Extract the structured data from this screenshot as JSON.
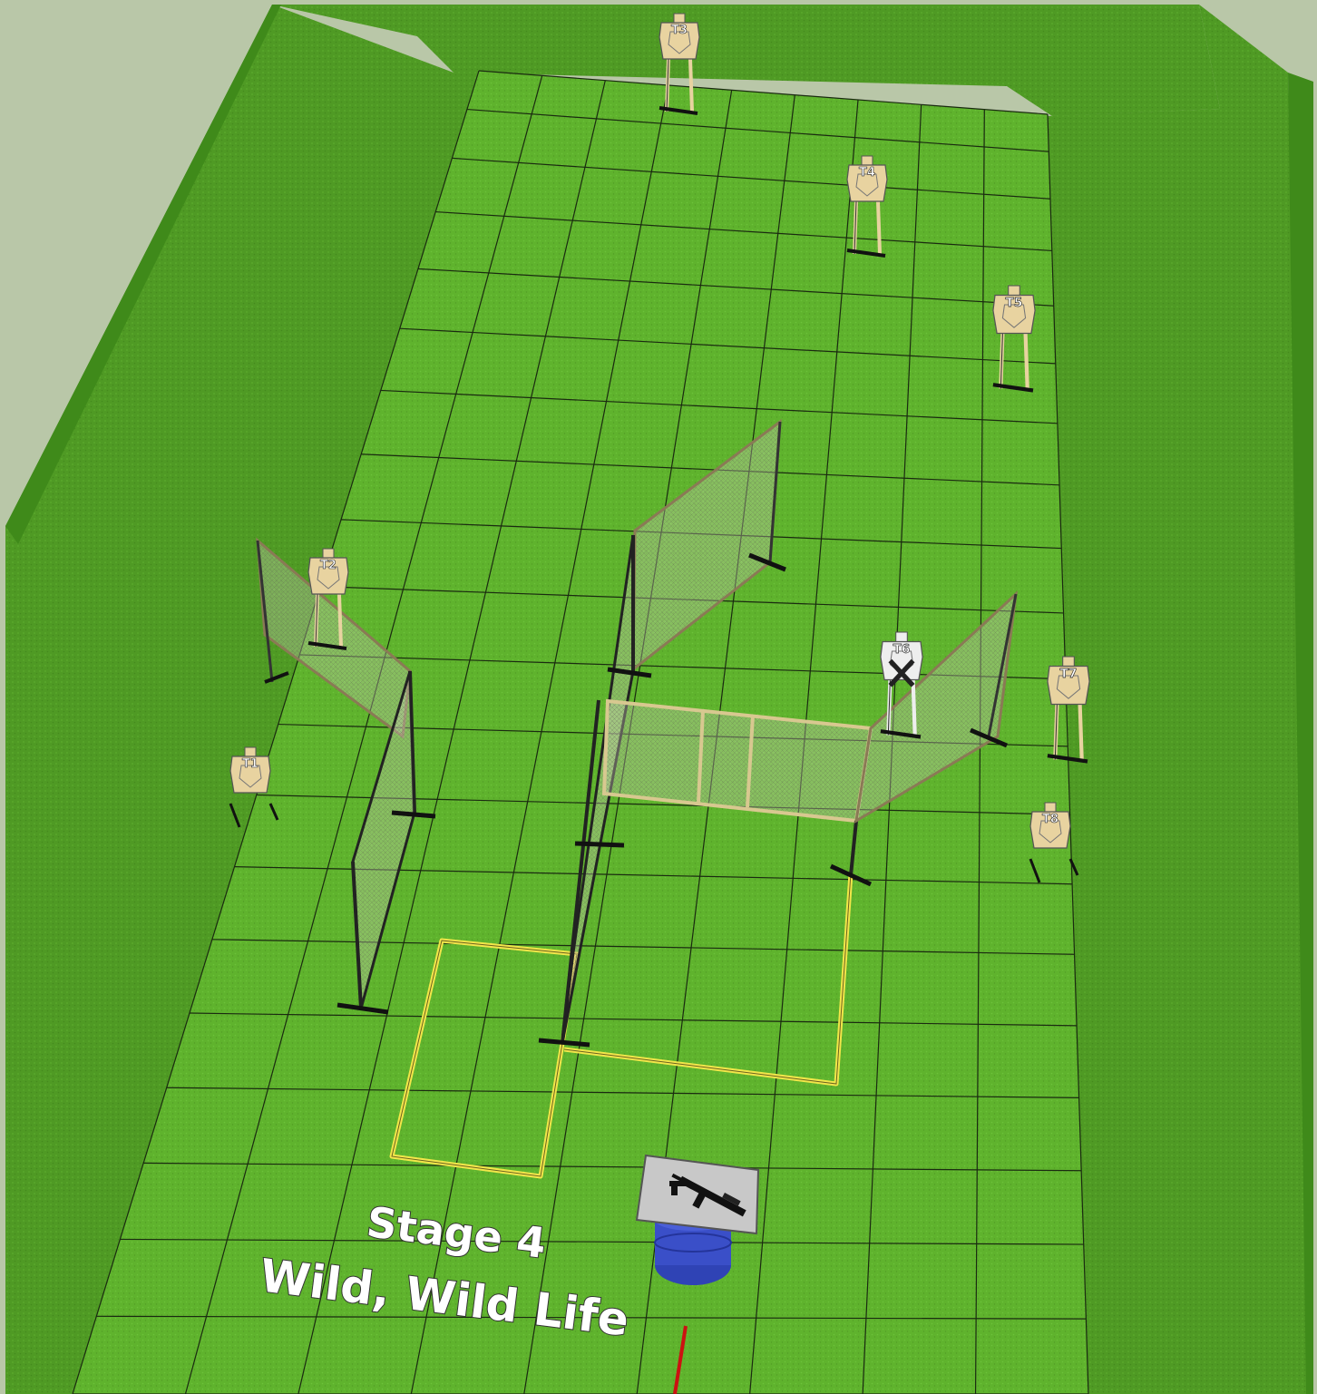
{
  "title": {
    "line1": "Stage 4",
    "line2": "Wild, Wild Life"
  },
  "targets": [
    {
      "id": "t3",
      "label": "T3",
      "style": "tan"
    },
    {
      "id": "t4",
      "label": "T4",
      "style": "tan"
    },
    {
      "id": "t5",
      "label": "T5",
      "style": "tan"
    },
    {
      "id": "t2",
      "label": "T2",
      "style": "tan"
    },
    {
      "id": "t6",
      "label": "T6",
      "style": "no-shoot"
    },
    {
      "id": "t7",
      "label": "T7",
      "style": "tan"
    },
    {
      "id": "t1",
      "label": "T1",
      "style": "tan"
    },
    {
      "id": "t8",
      "label": "T8",
      "style": "tan"
    }
  ],
  "colors": {
    "grass": "#5fb32d",
    "berm": "#4d9a22",
    "grid_line": "#1a2a10",
    "fault_line": "#f2e64a",
    "target_tan": "#e8d3a0",
    "barrel": "#3a4fc8",
    "start_marker": "#cc1111"
  }
}
